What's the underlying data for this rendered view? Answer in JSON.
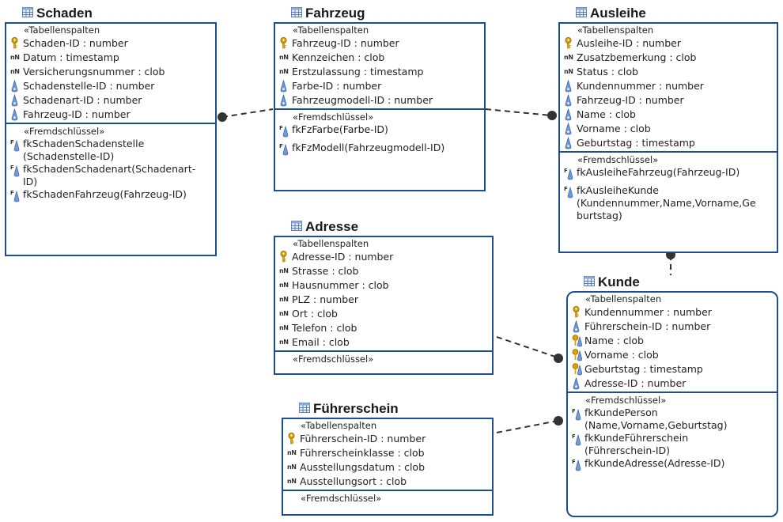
{
  "labels": {
    "columns_header": "«Tabellenspalten",
    "fk_header": "«Fremdschlüssel»"
  },
  "entities": [
    {
      "name": "Schaden",
      "columns": [
        {
          "text": "Schaden-ID : number",
          "icon": "pk"
        },
        {
          "text": "Datum : timestamp",
          "icon": "nn"
        },
        {
          "text": "Versicherungsnummer : clob",
          "icon": "nn"
        },
        {
          "text": "Schadenstelle-ID : number",
          "icon": "fk"
        },
        {
          "text": "Schadenart-ID : number",
          "icon": "fk"
        },
        {
          "text": "Fahrzeug-ID : number",
          "icon": "fk"
        }
      ],
      "foreign_keys": [
        {
          "text": "fkSchadenSchadenstelle\n(Schadenstelle-ID)"
        },
        {
          "text": "fkSchadenSchadenart(Schadenart-\nID)"
        },
        {
          "text": "fkSchadenFahrzeug(Fahrzeug-ID)"
        }
      ]
    },
    {
      "name": "Fahrzeug",
      "columns": [
        {
          "text": "Fahrzeug-ID : number",
          "icon": "pk"
        },
        {
          "text": "Kennzeichen : clob",
          "icon": "nn"
        },
        {
          "text": "Erstzulassung : timestamp",
          "icon": "nn"
        },
        {
          "text": "Farbe-ID : number",
          "icon": "fk"
        },
        {
          "text": "Fahrzeugmodell-ID : number",
          "icon": "fk"
        }
      ],
      "foreign_keys": [
        {
          "text": "fkFzFarbe(Farbe-ID)"
        },
        {
          "text": "fkFzModell(Fahrzeugmodell-ID)"
        }
      ]
    },
    {
      "name": "Ausleihe",
      "columns": [
        {
          "text": "Ausleihe-ID : number",
          "icon": "pk"
        },
        {
          "text": "Zusatzbemerkung : clob",
          "icon": "nn"
        },
        {
          "text": "Status : clob",
          "icon": "nn"
        },
        {
          "text": "Kundennummer : number",
          "icon": "fk"
        },
        {
          "text": "Fahrzeug-ID : number",
          "icon": "fk"
        },
        {
          "text": "Name : clob",
          "icon": "fk"
        },
        {
          "text": "Vorname : clob",
          "icon": "fk"
        },
        {
          "text": "Geburtstag : timestamp",
          "icon": "fk"
        }
      ],
      "foreign_keys": [
        {
          "text": "fkAusleiheFahrzeug(Fahrzeug-ID)"
        },
        {
          "text": "fkAusleiheKunde\n(Kundennummer,Name,Vorname,Ge\nburtstag)"
        }
      ]
    },
    {
      "name": "Adresse",
      "columns": [
        {
          "text": "Adresse-ID : number",
          "icon": "pk"
        },
        {
          "text": "Strasse : clob",
          "icon": "nn"
        },
        {
          "text": "Hausnummer : clob",
          "icon": "nn"
        },
        {
          "text": "PLZ : number",
          "icon": "nn"
        },
        {
          "text": "Ort : clob",
          "icon": "nn"
        },
        {
          "text": "Telefon : clob",
          "icon": "nn"
        },
        {
          "text": "Email : clob",
          "icon": "nn"
        }
      ],
      "foreign_keys": []
    },
    {
      "name": "Kunde",
      "columns": [
        {
          "text": "Kundennummer : number",
          "icon": "pk"
        },
        {
          "text": "Führerschein-ID : number",
          "icon": "fk"
        },
        {
          "text": "Name : clob",
          "icon": "pkfk"
        },
        {
          "text": "Vorname : clob",
          "icon": "pkfk"
        },
        {
          "text": "Geburtstag : timestamp",
          "icon": "pkfk"
        },
        {
          "text": "Adresse-ID : number",
          "icon": "fk"
        }
      ],
      "foreign_keys": [
        {
          "text": "fkKundePerson\n(Name,Vorname,Geburtstag)"
        },
        {
          "text": "fkKundeFührerschein\n(Führerschein-ID)"
        },
        {
          "text": "fkKundeAdresse(Adresse-ID)"
        }
      ]
    },
    {
      "name": "Führerschein",
      "columns": [
        {
          "text": "Führerschein-ID : number",
          "icon": "pk"
        },
        {
          "text": "Führerscheinklasse : clob",
          "icon": "nn"
        },
        {
          "text": "Ausstellungsdatum : clob",
          "icon": "nn"
        },
        {
          "text": "Ausstellungsort : clob",
          "icon": "nn"
        }
      ],
      "foreign_keys": []
    }
  ],
  "colors": {
    "border": "#1f4e8c",
    "connector": "#333333",
    "key_gold": "#d9a400",
    "key_blue": "#6f9ad8"
  }
}
